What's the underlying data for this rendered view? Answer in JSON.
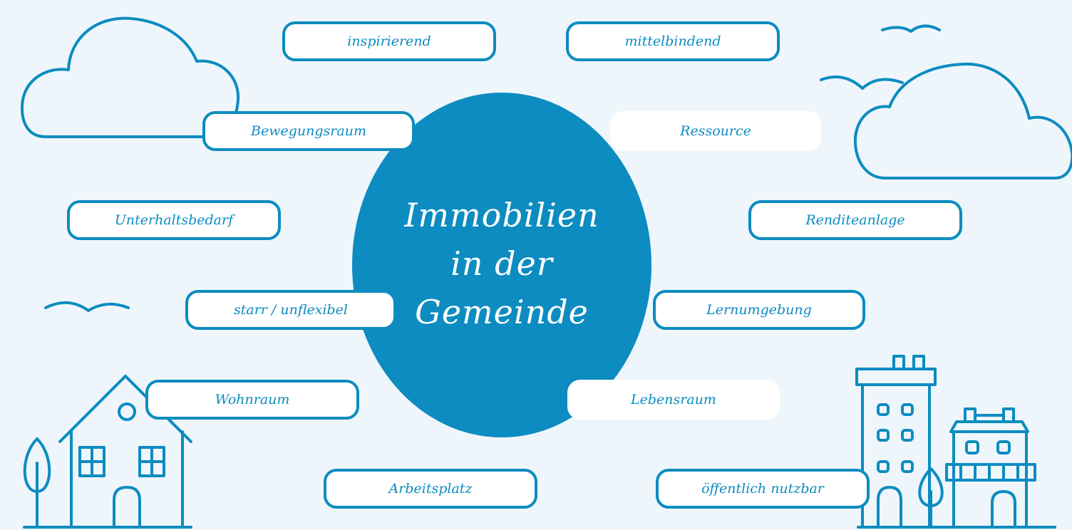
{
  "center": {
    "line1": "Immobilien",
    "line2": "in der",
    "line3": "Gemeinde"
  },
  "terms": {
    "inspirierend": "inspirierend",
    "mittelbindend": "mittelbindend",
    "bewegungsraum": "Bewegungsraum",
    "ressource": "Ressource",
    "unterhaltsbedarf": "Unterhaltsbedarf",
    "renditeanlage": "Renditeanlage",
    "starr": "starr / unflexibel",
    "lernumgebung": "Lernumgebung",
    "wohnraum": "Wohnraum",
    "lebensraum": "Lebensraum",
    "arbeitsplatz": "Arbeitsplatz",
    "oeffentlich": "öffentlich nutzbar"
  },
  "colors": {
    "accent": "#0c8cc0",
    "background": "#eef6fb",
    "pill_fill": "#ffffff"
  },
  "icons": [
    "cloud-icon",
    "bird-icon",
    "house-icon",
    "tree-icon",
    "apartment-building-icon",
    "shop-building-icon"
  ]
}
